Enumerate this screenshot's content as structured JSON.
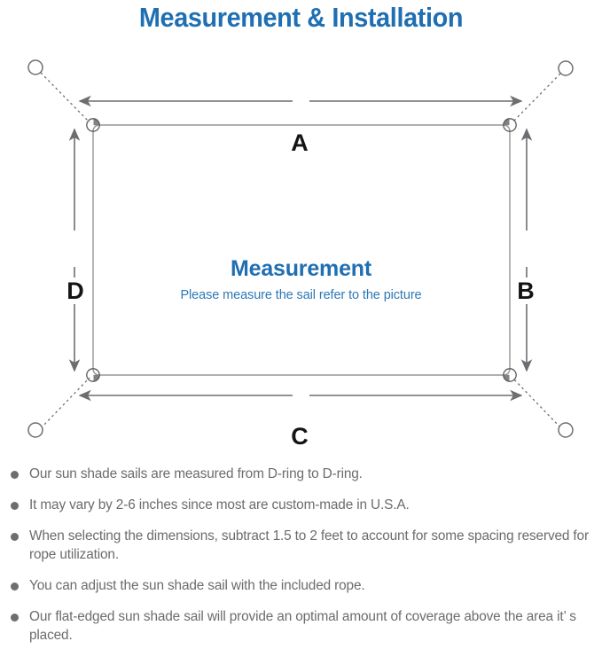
{
  "header": {
    "title": "Measurement & Installation"
  },
  "diagram": {
    "center": {
      "heading": "Measurement",
      "subheading": "Please measure the sail refer to the picture"
    },
    "dimension_labels": {
      "top": "A",
      "right": "B",
      "bottom": "C",
      "left": "D"
    },
    "elements": {
      "sail_shape": "rectangle-shade-sail",
      "corner_hardware": "d-ring",
      "anchor_points": "mounting-post-circle",
      "connector": "dotted-rope-line",
      "dimension_arrows": "double-headed-arrow"
    },
    "colors": {
      "title_blue": "#1f6fb2",
      "subtitle_blue": "#2f78b5",
      "line_gray": "#808285",
      "label_black": "#141414",
      "note_gray": "#6b6c6e"
    }
  },
  "notes": {
    "items": [
      "Our sun shade sails are measured from D-ring to D-ring.",
      "It may vary by 2-6 inches since most are custom-made in U.S.A.",
      "When selecting the dimensions, subtract 1.5 to 2 feet to account for some spacing reserved for rope utilization.",
      "You can adjust the sun shade sail with the included rope.",
      "Our flat-edged sun shade sail will provide an optimal amount of coverage above the area it’ s placed."
    ]
  }
}
